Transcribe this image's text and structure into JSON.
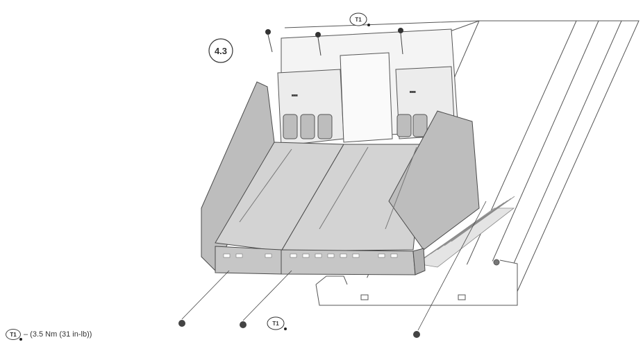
{
  "step": {
    "number": "4.3"
  },
  "torque_marker": {
    "label": "T1"
  },
  "legend": {
    "marker": "T1",
    "text": "– (3.5 Nm (31 in-lb))"
  },
  "colors": {
    "line": "#4a4a4a",
    "panel": "#d3d3d3",
    "panel_dark": "#bdbdbd",
    "rail": "#e4e4e4",
    "background": "#ffffff"
  },
  "icons": [
    "torque-icon",
    "screw-icon"
  ]
}
